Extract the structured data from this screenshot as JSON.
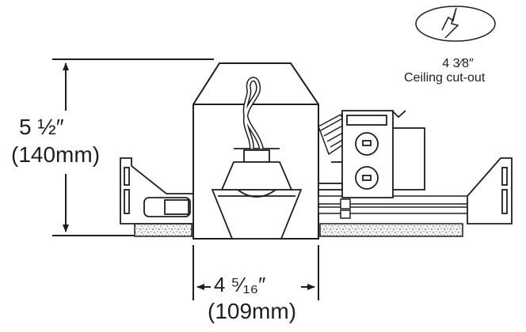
{
  "diagram": {
    "height_dimension": {
      "imperial": "5 ½″",
      "metric": "(140mm)"
    },
    "width_dimension": {
      "imperial": "4 ⁵⁄₁₆″",
      "metric": "(109mm)"
    },
    "ceiling_cutout": {
      "size": "4 3⁄8″",
      "label": "Ceiling cut-out"
    },
    "colors": {
      "line": "#1e1e1e",
      "fill_light": "#ffffff",
      "ceiling_speckle": "#cfcfcf"
    }
  }
}
